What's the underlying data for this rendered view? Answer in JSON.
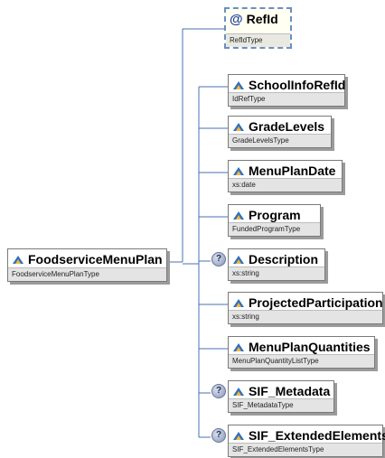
{
  "attribute": {
    "name": "RefId",
    "type": "RefIdType",
    "icon": "at-sign-icon"
  },
  "root": {
    "name": "FoodserviceMenuPlan",
    "type": "FoodserviceMenuPlanType"
  },
  "children": [
    {
      "name": "SchoolInfoRefId",
      "type": "IdRefType",
      "optional": false
    },
    {
      "name": "GradeLevels",
      "type": "GradeLevelsType",
      "optional": false
    },
    {
      "name": "MenuPlanDate",
      "type": "xs:date",
      "optional": false
    },
    {
      "name": "Program",
      "type": "FundedProgramType",
      "optional": false
    },
    {
      "name": "Description",
      "type": "xs:string",
      "optional": true
    },
    {
      "name": "ProjectedParticipation",
      "type": "xs:string",
      "optional": false
    },
    {
      "name": "MenuPlanQuantities",
      "type": "MenuPlanQuantityListType",
      "optional": false
    },
    {
      "name": "SIF_Metadata",
      "type": "SIF_MetadataType",
      "optional": true
    },
    {
      "name": "SIF_ExtendedElements",
      "type": "SIF_ExtendedElementsType",
      "optional": true
    }
  ],
  "colors": {
    "connector": "#4a72b0",
    "box_border": "#7a7a7a",
    "type_bar": "#e4e4e4",
    "attr_border": "#6a8fc2"
  },
  "optional_marker": "?"
}
